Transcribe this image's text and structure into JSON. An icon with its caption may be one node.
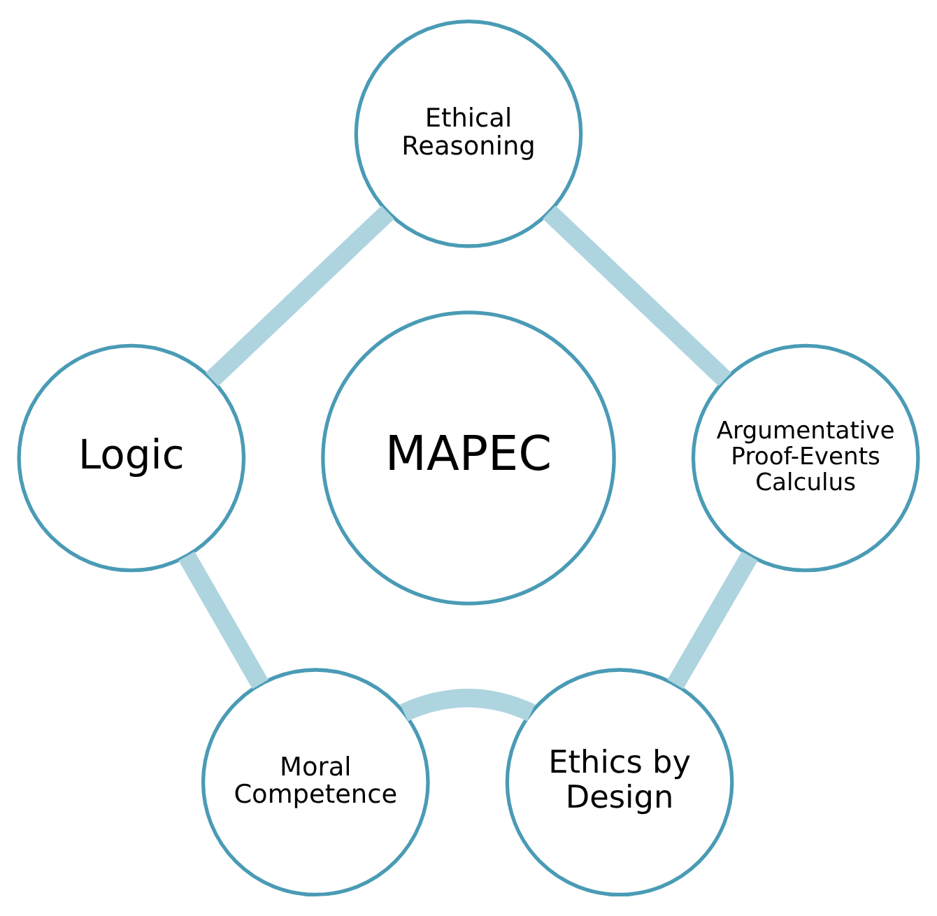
{
  "diagram": {
    "nodes": [
      {
        "text": [
          "Ethical Reasoning"
        ]
      },
      {
        "text": [
          "Logic"
        ]
      },
      {
        "text": [
          "MAPEC"
        ]
      },
      {
        "text": [
          "Argumentative Proof-Events Calculus"
        ]
      },
      {
        "text": [
          "Moral Competence"
        ]
      },
      {
        "text": [
          "Ethics by Design"
        ]
      }
    ],
    "edges": [
      {
        "from": 0,
        "to": 3,
        "arrow": "none"
      },
      {
        "from": 3,
        "to": 5,
        "arrow": "none"
      },
      {
        "from": 4,
        "to": 5,
        "arrow": "none"
      },
      {
        "from": 4,
        "to": 1,
        "arrow": "none"
      },
      {
        "from": 1,
        "to": 0,
        "arrow": "none"
      }
    ]
  }
}
